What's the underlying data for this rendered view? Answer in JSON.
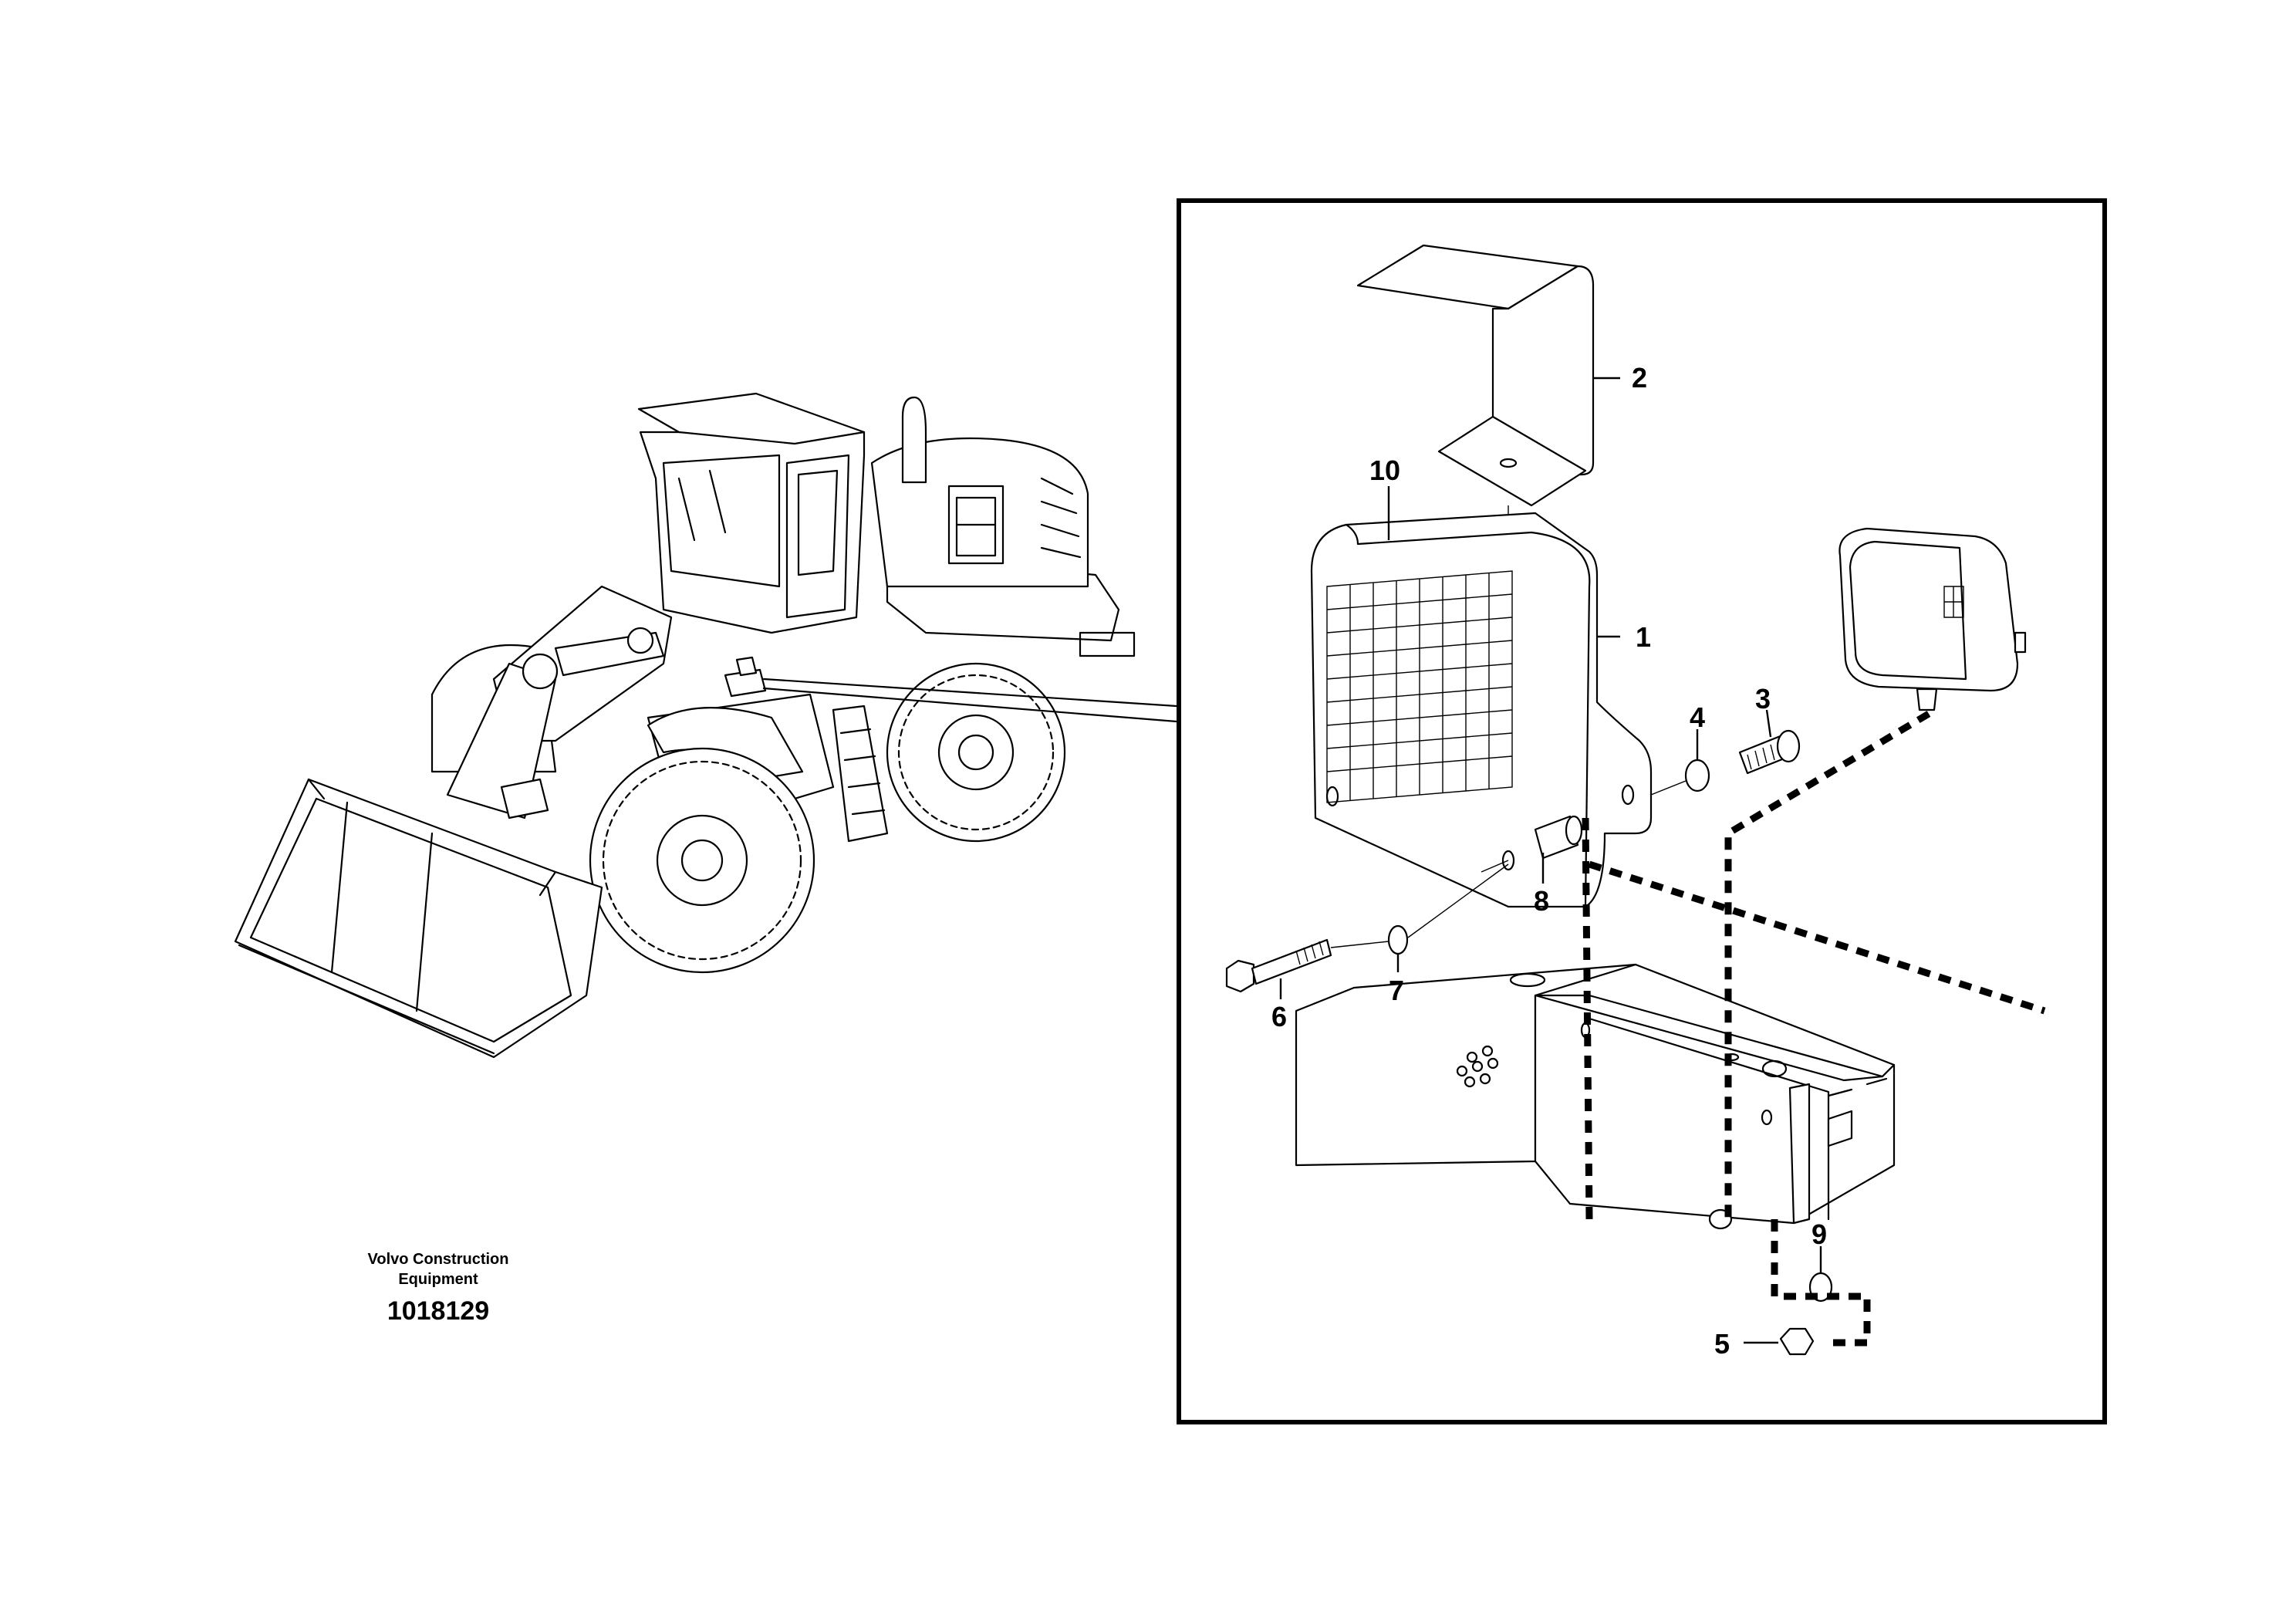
{
  "callouts": {
    "c1": "1",
    "c2": "2",
    "c3": "3",
    "c4": "4",
    "c5": "5",
    "c6": "6",
    "c7": "7",
    "c8": "8",
    "c9": "9",
    "c10": "10"
  },
  "caption": {
    "company_line1": "Volvo Construction",
    "company_line2": "Equipment",
    "drawing_number": "1018129"
  },
  "icons": {
    "machine": "wheel-loader-icon",
    "lamp": "work-lamp-icon"
  }
}
